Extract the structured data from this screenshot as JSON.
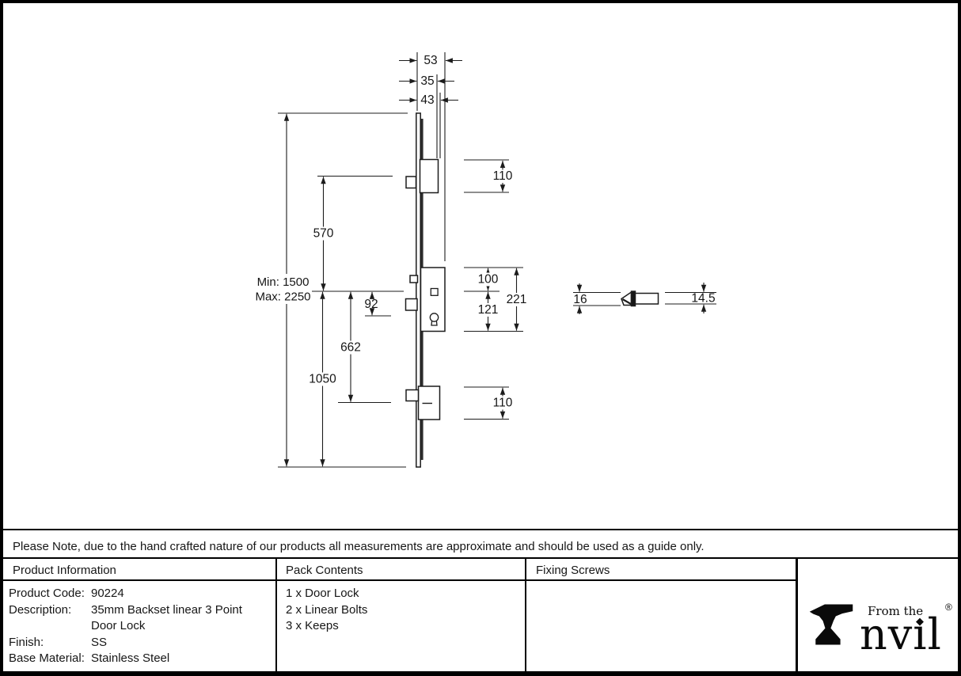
{
  "drawing": {
    "dims": {
      "width_53": "53",
      "backset_35": "35",
      "width_43": "43",
      "top_bolt_110": "110",
      "top_spacing_570": "570",
      "min_length": "Min: 1500",
      "max_length": "Max: 2250",
      "pz_92": "92",
      "case_top_100": "100",
      "case_bottom_121": "121",
      "case_height_221": "221",
      "mid_to_bottom_662": "662",
      "mid_to_end_1050": "1050",
      "bottom_bolt_110": "110",
      "keep_height_16": "16",
      "keep_body_14_5": "14.5"
    }
  },
  "note": "Please Note, due to the hand crafted nature of our products all measurements are approximate and should be used as a guide only.",
  "table": {
    "product_information": {
      "header": "Product Information",
      "rows": [
        {
          "label": "Product Code:",
          "value": "90224"
        },
        {
          "label": "Description:",
          "value": "35mm Backset linear 3 Point"
        },
        {
          "label": "",
          "value": "Door Lock"
        },
        {
          "label": "Finish:",
          "value": "SS"
        },
        {
          "label": "Base Material:",
          "value": "Stainless Steel"
        }
      ]
    },
    "pack_contents": {
      "header": "Pack Contents",
      "items": [
        "1 x Door Lock",
        "2 x Linear Bolts",
        "3 x Keeps"
      ]
    },
    "fixing_screws": {
      "header": "Fixing Screws",
      "items": []
    }
  },
  "logo": {
    "from_the": "From the",
    "brand_left": "nv",
    "brand_i": "ı",
    "tittle": "◆",
    "brand_right": "l",
    "registered": "®"
  }
}
